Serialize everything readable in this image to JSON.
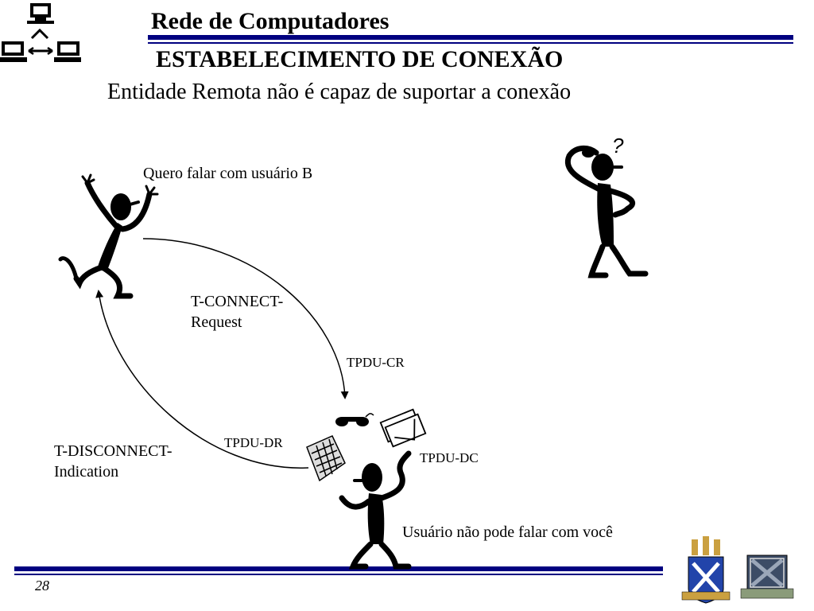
{
  "header": {
    "course_title": "Rede de Computadores",
    "slide_title": "ESTABELECIMENTO DE CONEXÃO",
    "subtitle": "Entidade Remota não é capaz de suportar a conexão"
  },
  "diagram": {
    "speech_a": "Quero falar com usuário B",
    "connect_request": {
      "line1": "T-CONNECT-",
      "line2": "Request"
    },
    "tpdu_cr": "TPDU-CR",
    "tpdu_dr": "TPDU-DR",
    "tpdu_dc": "TPDU-DC",
    "disconnect_indication": {
      "line1": "T-DISCONNECT-",
      "line2": "Indication"
    },
    "speech_b": "Usuário não pode falar com você",
    "question_mark": "?"
  },
  "footer": {
    "page_number": "28"
  },
  "colors": {
    "rule": "#000080",
    "ink": "#000000"
  }
}
